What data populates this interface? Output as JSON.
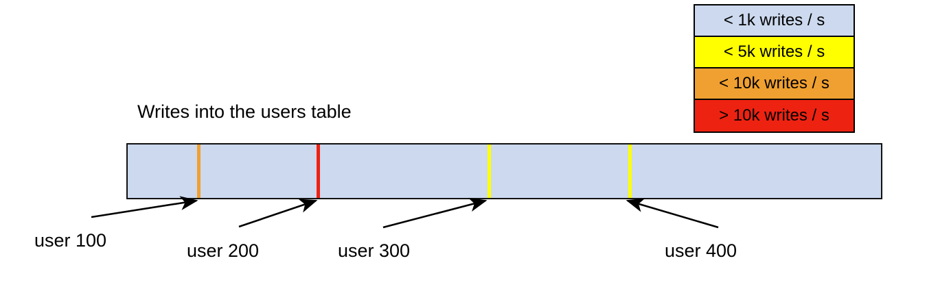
{
  "chart_data": {
    "type": "bar",
    "title": "Writes into the users table",
    "orientation": "horizontal-range",
    "axis_range": [
      0,
      1
    ],
    "grid": false,
    "legend_position": "top-right",
    "xlabel": "",
    "ylabel": "",
    "legend": [
      {
        "label": "< 1k writes / s",
        "color": "#ccd9ee"
      },
      {
        "label": "< 5k writes / s",
        "color": "#ffff00"
      },
      {
        "label": "< 10k writes / s",
        "color": "#f0a030"
      },
      {
        "label": "> 10k writes / s",
        "color": "#ee2211"
      }
    ],
    "base_color": "#ccd9ee",
    "base_band_label": "< 1k writes / s",
    "markers": [
      {
        "name": "user 100",
        "position_pct": 9.4,
        "color": "#f0a030",
        "band": "< 10k writes / s"
      },
      {
        "name": "user 200",
        "position_pct": 25.3,
        "color": "#ee2211",
        "band": "> 10k writes / s"
      },
      {
        "name": "user 300",
        "position_pct": 47.8,
        "color": "#ffff00",
        "band": "< 5k writes / s"
      },
      {
        "name": "user 400",
        "position_pct": 66.4,
        "color": "#ffff00",
        "band": "< 5k writes / s"
      }
    ]
  },
  "legend": {
    "rows": [
      {
        "label": "< 1k writes / s"
      },
      {
        "label": "< 5k writes / s"
      },
      {
        "label": "< 10k writes / s"
      },
      {
        "label": "> 10k writes / s"
      }
    ]
  },
  "title": {
    "text": "Writes into the users table"
  },
  "labels": {
    "user100": "user 100",
    "user200": "user 200",
    "user300": "user 300",
    "user400": "user 400"
  },
  "colors": {
    "band_under_1k": "#ccd9ee",
    "band_under_5k": "#ffff00",
    "band_under_10k": "#f0a030",
    "band_over_10k": "#ee2211",
    "outline": "#111111",
    "text": "#000000"
  }
}
